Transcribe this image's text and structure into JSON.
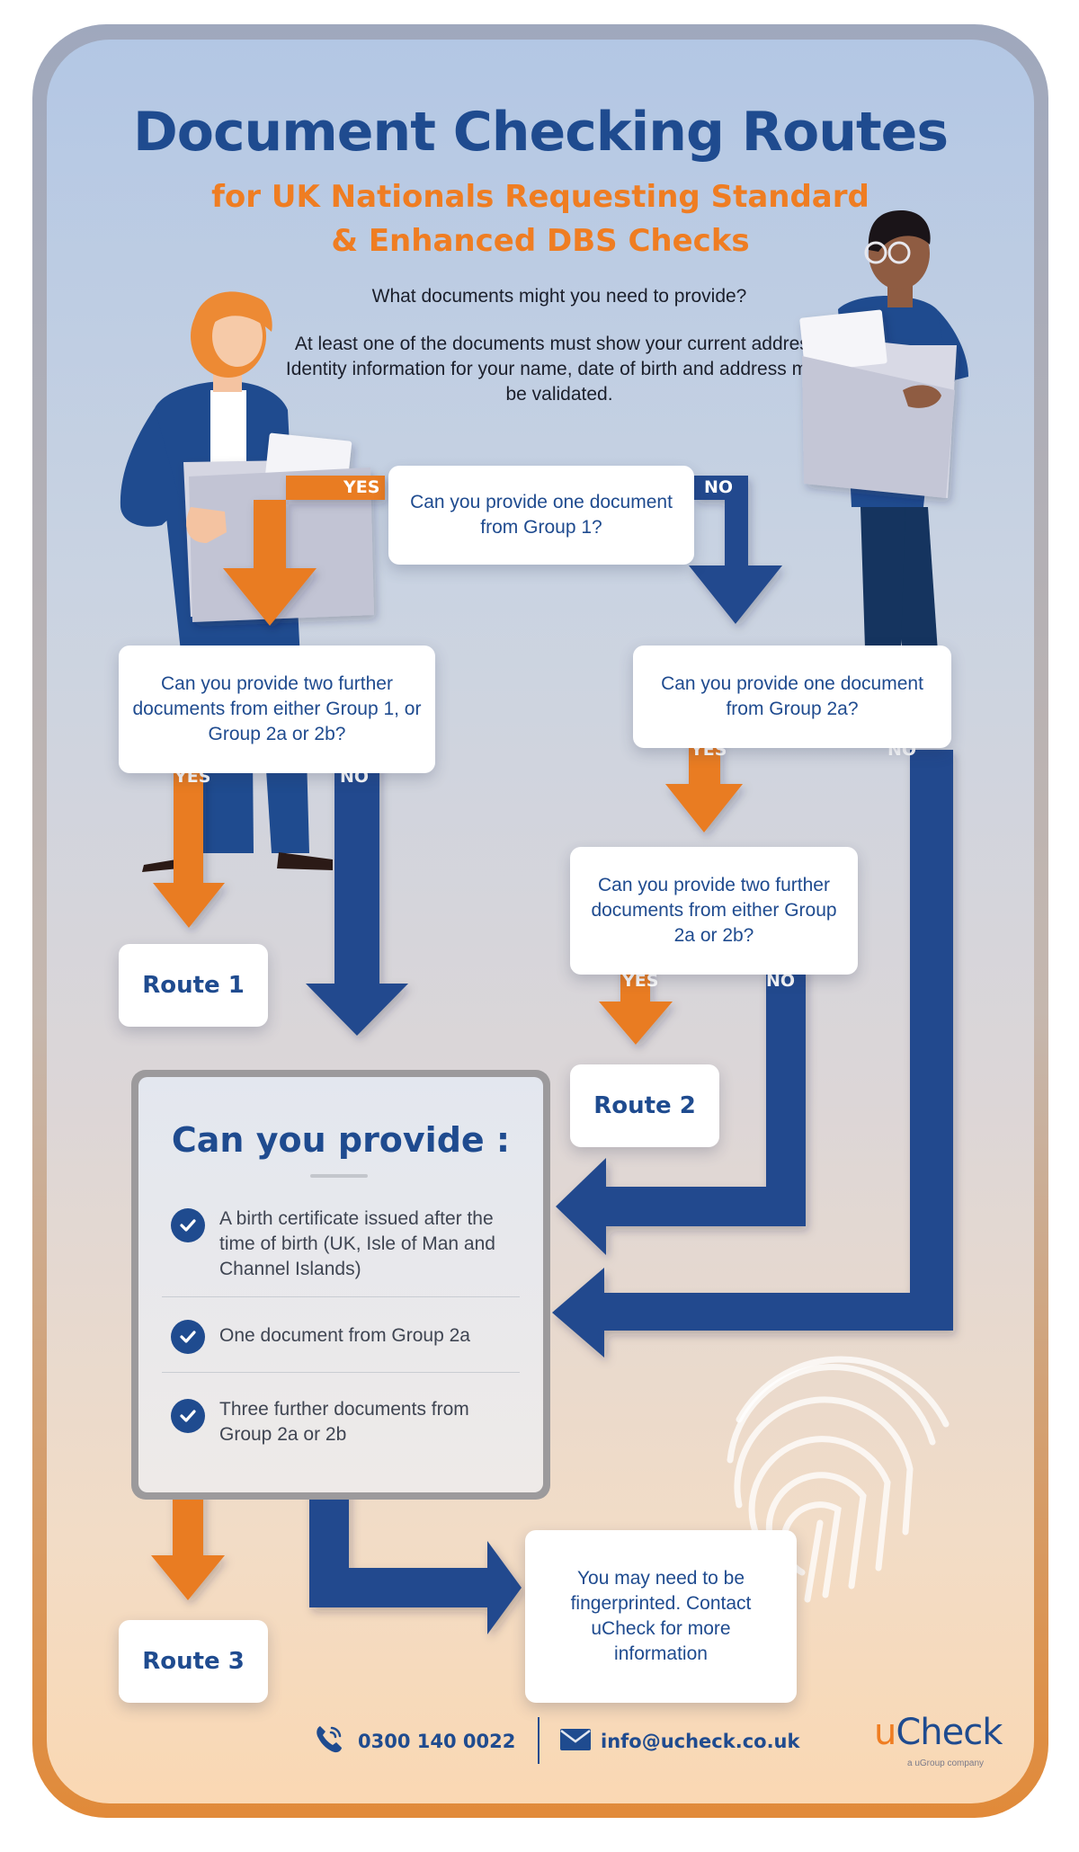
{
  "header": {
    "title": "Document Checking Routes",
    "subtitle_line1": "for UK Nationals Requesting Standard",
    "subtitle_line2": "& Enhanced DBS Checks",
    "question": "What documents might you need to provide?",
    "note": "At least one of the documents must show your current address. Identity information for your name, date of birth and address must be validated."
  },
  "flow": {
    "q1": "Can you provide one document from Group 1?",
    "q2": "Can you provide two further documents from either Group 1, or Group 2a or 2b?",
    "q3": "Can you provide one document from Group 2a?",
    "q4": "Can you provide two further documents from either Group 2a or 2b?",
    "route1": "Route 1",
    "route2": "Route 2",
    "route3": "Route 3",
    "fingerprint": "You may need to be fingerprinted. Contact uCheck for more information",
    "yes": "YES",
    "no": "NO"
  },
  "panel": {
    "title": "Can you provide :",
    "items": [
      "A birth certificate issued after the time of birth (UK, Isle of Man and Channel Islands)",
      "One document from Group 2a",
      "Three further documents from Group 2a or 2b"
    ]
  },
  "footer": {
    "phone": "0300 140 0022",
    "email": "info@ucheck.co.uk",
    "logo_u": "u",
    "logo_rest": "Check",
    "logo_tag": "a uGroup company"
  },
  "colors": {
    "navy": "#1f4b8f",
    "orange": "#ef7d22",
    "arrow_navy": "#244a8e",
    "arrow_orange": "#e97c22"
  }
}
